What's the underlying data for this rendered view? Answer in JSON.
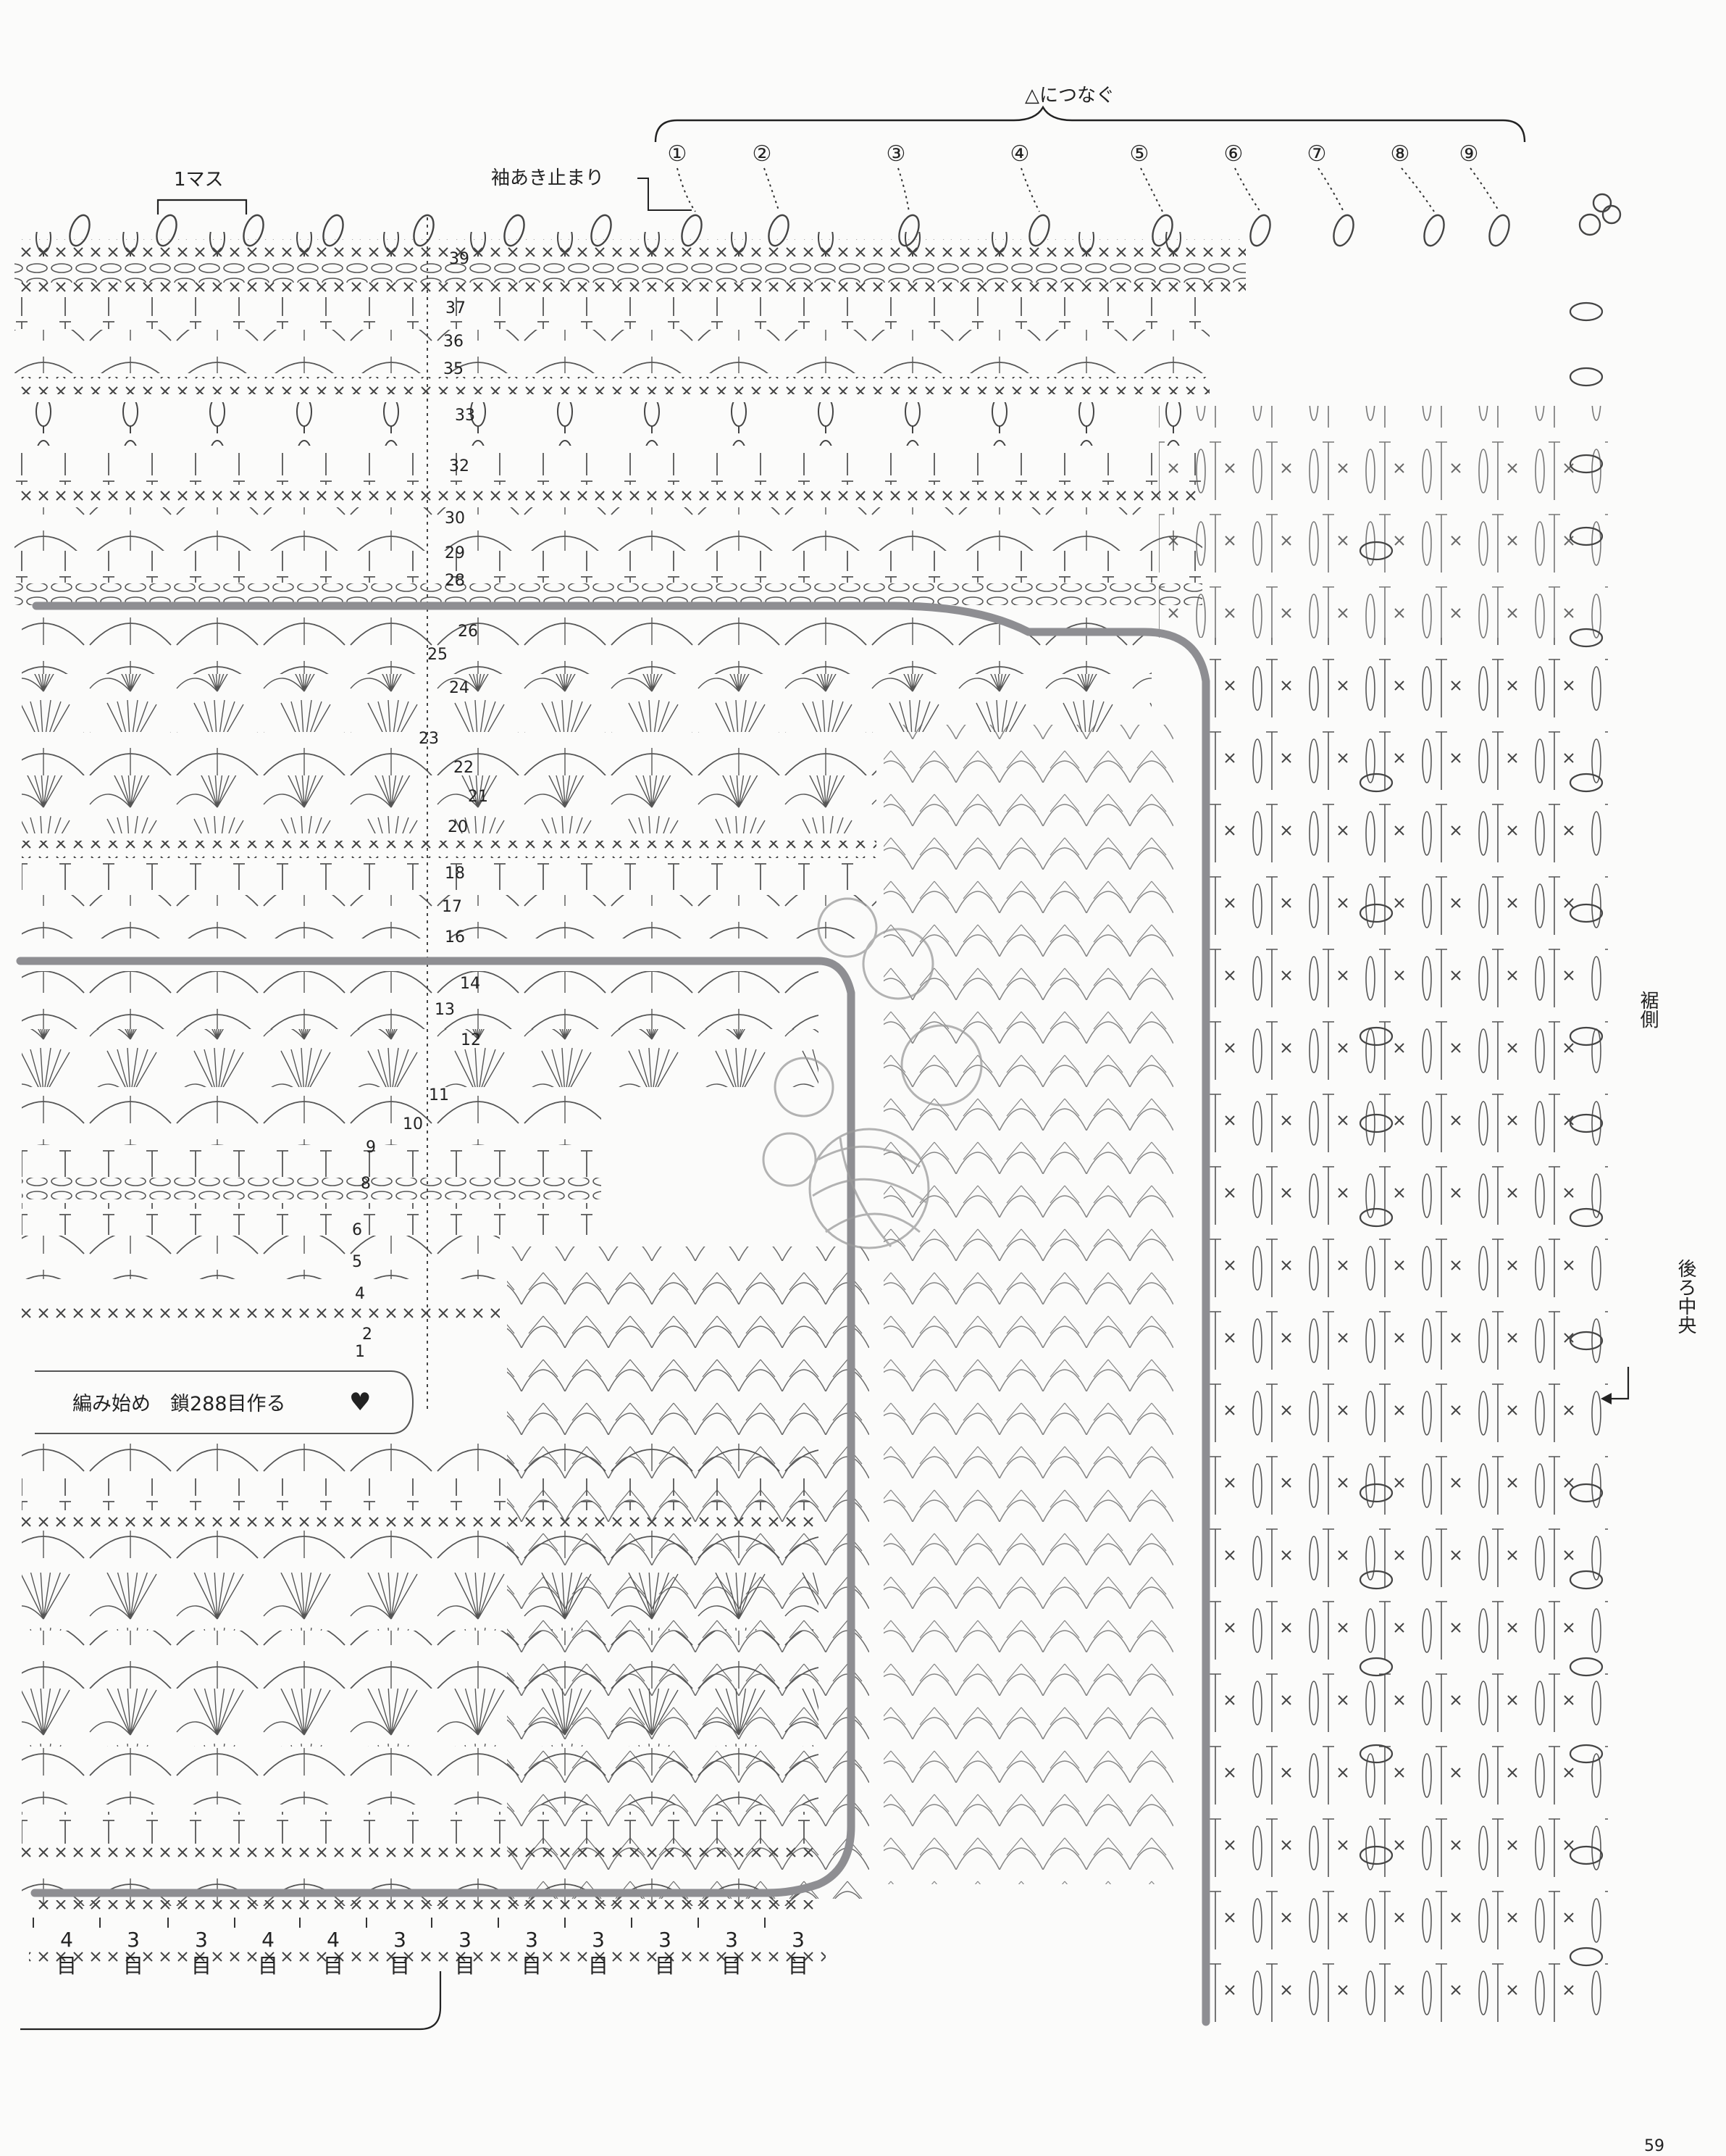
{
  "labels": {
    "join_to_triangle": "△につなぐ",
    "grid_unit": "1マス",
    "sleeve_opening_stop": "袖あき止まり",
    "hem_side": "裾側",
    "back_center": "後ろ中央",
    "start": "編み始め　鎖288目作る",
    "heart": "♥"
  },
  "join_markers": [
    "①",
    "②",
    "③",
    "④",
    "⑤",
    "⑥",
    "⑦",
    "⑧",
    "⑨"
  ],
  "row_numbers": [
    "39",
    "37",
    "36",
    "35",
    "33",
    "32",
    "30",
    "29",
    "28",
    "26",
    "25",
    "24",
    "23",
    "22",
    "21",
    "20",
    "18",
    "17",
    "16",
    "14",
    "13",
    "12",
    "11",
    "10",
    "9",
    "8",
    "6",
    "5",
    "4",
    "2",
    "1"
  ],
  "stitch_counts": [
    {
      "count": "4",
      "unit": "目"
    },
    {
      "count": "3",
      "unit": "目"
    },
    {
      "count": "3",
      "unit": "目"
    },
    {
      "count": "4",
      "unit": "目"
    },
    {
      "count": "4",
      "unit": "目"
    },
    {
      "count": "3",
      "unit": "目"
    },
    {
      "count": "3",
      "unit": "目"
    },
    {
      "count": "3",
      "unit": "目"
    },
    {
      "count": "3",
      "unit": "目"
    },
    {
      "count": "3",
      "unit": "目"
    },
    {
      "count": "3",
      "unit": "目"
    },
    {
      "count": "3",
      "unit": "目"
    }
  ],
  "page_number": "59",
  "colors": {
    "frame": "#8e8e92",
    "ink": "#333333"
  }
}
